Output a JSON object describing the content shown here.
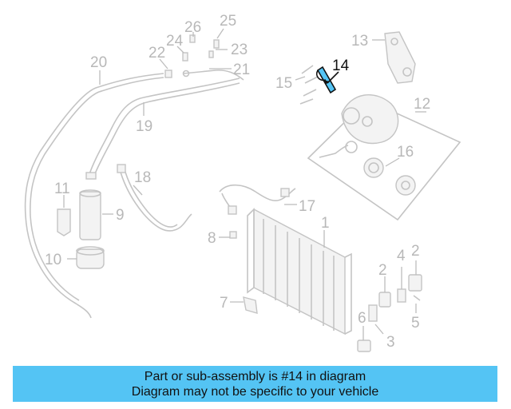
{
  "callouts": {
    "c1": "1",
    "c2a": "2",
    "c2b": "2",
    "c3": "3",
    "c4": "4",
    "c5": "5",
    "c6": "6",
    "c7": "7",
    "c8": "8",
    "c9": "9",
    "c10": "10",
    "c11": "11",
    "c12": "12",
    "c13": "13",
    "c14": "14",
    "c15": "15",
    "c16": "16",
    "c17": "17",
    "c18": "18",
    "c19": "19",
    "c20": "20",
    "c21": "21",
    "c22": "22",
    "c23": "23",
    "c24": "24",
    "c25": "25",
    "c26": "26"
  },
  "highlighted_part": "14",
  "colors": {
    "banner": "#54c4f4",
    "highlight": "#54c4f4",
    "faded_lines": "#c4c4c4"
  },
  "banner": {
    "line1": "Part or sub-assembly is #14 in diagram",
    "line2": "Diagram may not be specific to your vehicle"
  }
}
